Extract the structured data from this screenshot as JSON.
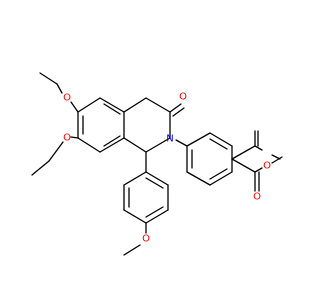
{
  "molecule": {
    "atoms": [
      {
        "id": "o-ethoxy-top",
        "label": "O",
        "color": "#ff0000"
      },
      {
        "id": "o-ethoxy-bottom",
        "label": "O",
        "color": "#ff0000"
      },
      {
        "id": "o-lactam",
        "label": "O",
        "color": "#ff0000"
      },
      {
        "id": "n-ring",
        "label": "N",
        "color": "#0000ff"
      },
      {
        "id": "o-ester-carbonyl",
        "label": "O",
        "color": "#ff0000"
      },
      {
        "id": "o-ester-single",
        "label": "O",
        "color": "#ff0000"
      },
      {
        "id": "o-methoxy",
        "label": "O",
        "color": "#ff0000"
      }
    ],
    "bond_color": "#000000"
  }
}
